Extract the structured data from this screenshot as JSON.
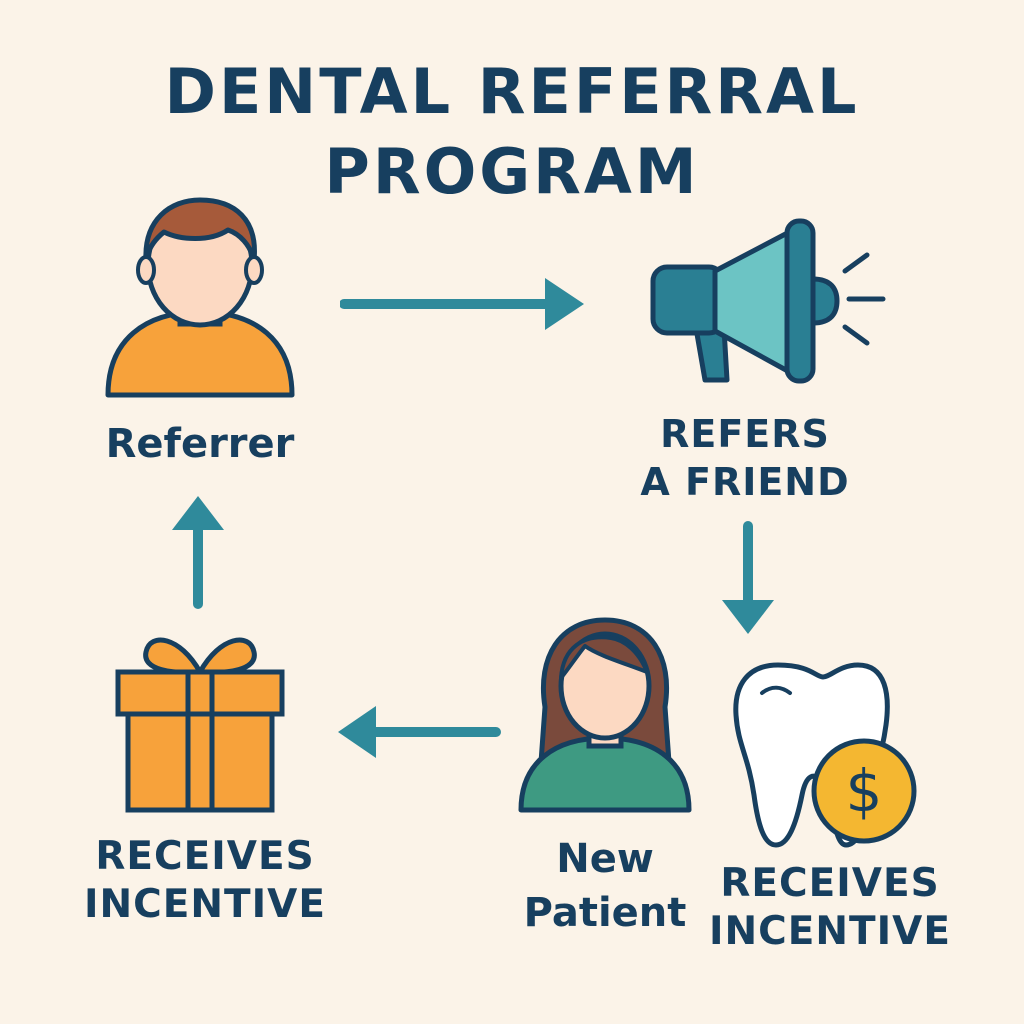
{
  "title": {
    "line1": "DENTAL REFERRAL",
    "line2": "PROGRAM"
  },
  "nodes": {
    "referrer": {
      "label": "Referrer"
    },
    "refers_friend": {
      "label_line1": "REFERS",
      "label_line2": "A FRIEND"
    },
    "new_patient": {
      "label_line1": "New",
      "label_line2": "Patient"
    },
    "patient_incentive": {
      "label_line1": "RECEIVES",
      "label_line2": "INCENTIVE"
    },
    "referrer_incentive": {
      "label_line1": "RECEIVES",
      "label_line2": "INCENTIVE"
    }
  },
  "icons": {
    "tooth_coin_symbol": "$"
  },
  "colors": {
    "background": "#fbf3e8",
    "text": "#173f5f",
    "arrow": "#2f8a9b",
    "orange": "#f7a23b",
    "teal_light": "#6cc4c4",
    "teal_dark": "#2a7f93",
    "skin": "#fcd9c2",
    "hair_brown": "#a65a3a",
    "hair_dark": "#7a4a3c",
    "green_shirt": "#3e9a82",
    "coin": "#f4b731"
  }
}
